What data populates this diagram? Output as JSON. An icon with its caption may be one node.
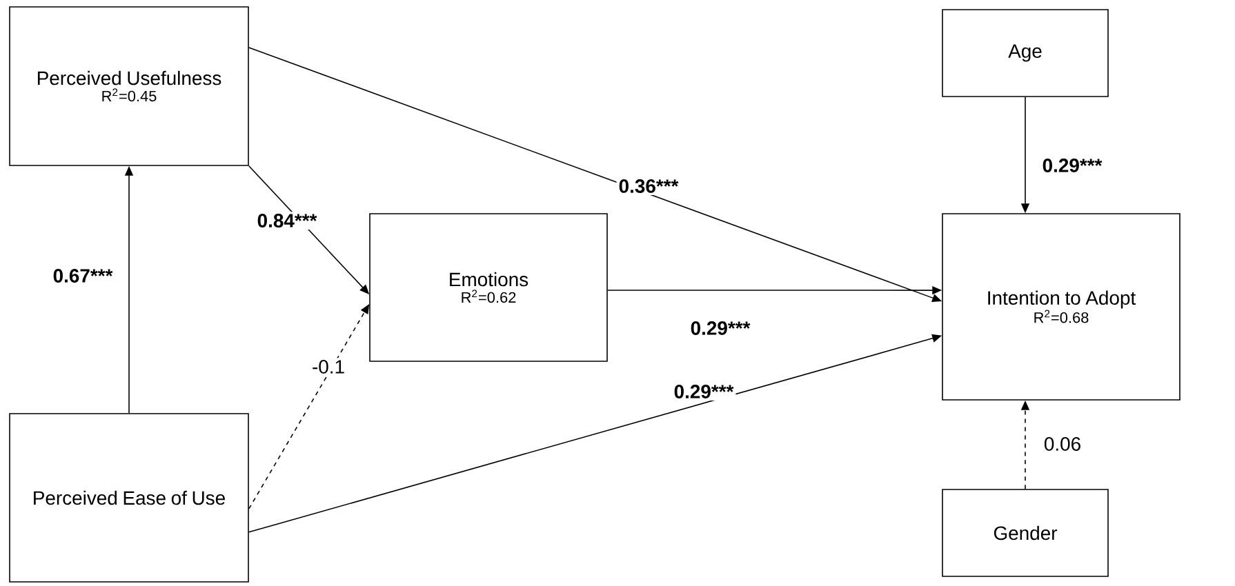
{
  "diagram": {
    "nodes": [
      {
        "text": [
          "Perceived Usefulness",
          "R$^{2}$=0.45"
        ]
      },
      {
        "text": [
          "Emotions",
          "R$^{2}$=0.62"
        ]
      },
      {
        "text": [
          "Perceived Ease of Use"
        ]
      },
      {
        "text": [
          "Age"
        ]
      },
      {
        "text": [
          "Intention to Adopt",
          "R$^{2}$=0.68"
        ]
      },
      {
        "text": [
          "Gender"
        ]
      }
    ],
    "edges": [
      {
        "from": 2,
        "to": 0,
        "arrow": "to",
        "label": "0.67***"
      },
      {
        "from": 0,
        "to": 1,
        "arrow": "to",
        "label": "0.84***"
      },
      {
        "from": 2,
        "to": 1,
        "arrow": "to",
        "label": "-0.1",
        "style": "dashed"
      },
      {
        "from": 0,
        "to": 4,
        "arrow": "to",
        "label": "0.36***"
      },
      {
        "from": 1,
        "to": 4,
        "arrow": "to",
        "label": "0.29***"
      },
      {
        "from": 2,
        "to": 4,
        "arrow": "to",
        "label": "0.29***"
      },
      {
        "from": 3,
        "to": 4,
        "arrow": "to",
        "label": "0.29***"
      },
      {
        "from": 5,
        "to": 4,
        "arrow": "to",
        "label": "0.06",
        "style": "dashed"
      }
    ]
  }
}
